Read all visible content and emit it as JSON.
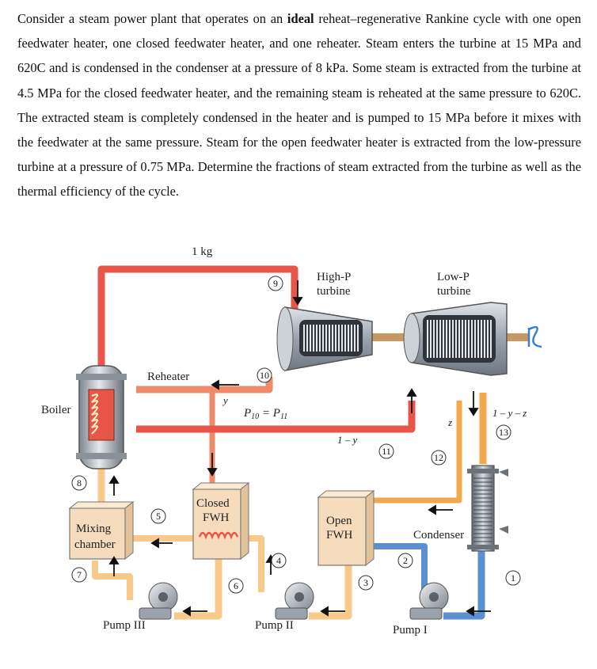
{
  "problem": {
    "part1": "Consider a steam power plant that operates on an ",
    "bold": "ideal",
    "part2": " reheat–regenerative Rankine cycle with one open feedwater heater, one closed feedwater heater, and one reheater. Steam enters the turbine at 15 MPa and 620C and is condensed in the condenser at a pressure of 8 kPa. Some steam is extracted from the turbine at 4.5 MPa for the closed feedwater heater, and the remaining steam is reheated at the same pressure to 620C. The extracted steam is completely condensed in the heater and is pumped to 15 MPa before it mixes with the feedwater at the same pressure. Steam for the open feedwater heater is extracted from the low-pressure turbine at a pressure of 0.75 MPa. Determine the fractions of steam extracted from the turbine as well as the thermal efficiency of the cycle."
  },
  "diagram": {
    "mass_label": "1 kg",
    "hp_turbine": [
      "High-P",
      "turbine"
    ],
    "lp_turbine": [
      "Low-P",
      "turbine"
    ],
    "boiler": "Boiler",
    "reheater": "Reheater",
    "mixing_chamber": [
      "Mixing",
      "chamber"
    ],
    "closed_fwh": [
      "Closed",
      "FWH"
    ],
    "open_fwh": [
      "Open",
      "FWH"
    ],
    "condenser": "Condenser",
    "pump1": "Pump I",
    "pump2": "Pump II",
    "pump3": "Pump III",
    "y": "y",
    "z": "z",
    "one_minus_y": "1 – y",
    "one_minus_y_z": "1 – y – z",
    "pressure_eq": "P10 = P11",
    "states": [
      "1",
      "2",
      "3",
      "4",
      "5",
      "6",
      "7",
      "8",
      "9",
      "10",
      "11",
      "12",
      "13"
    ],
    "colors": {
      "hot_steam": "#e8564a",
      "reheat_line": "#ef8a6a",
      "extraction": "#f3a84e",
      "liquid": "#f7c98a",
      "cold_water": "#5a8fd0",
      "fwh_box": "#f6dcbc"
    }
  }
}
